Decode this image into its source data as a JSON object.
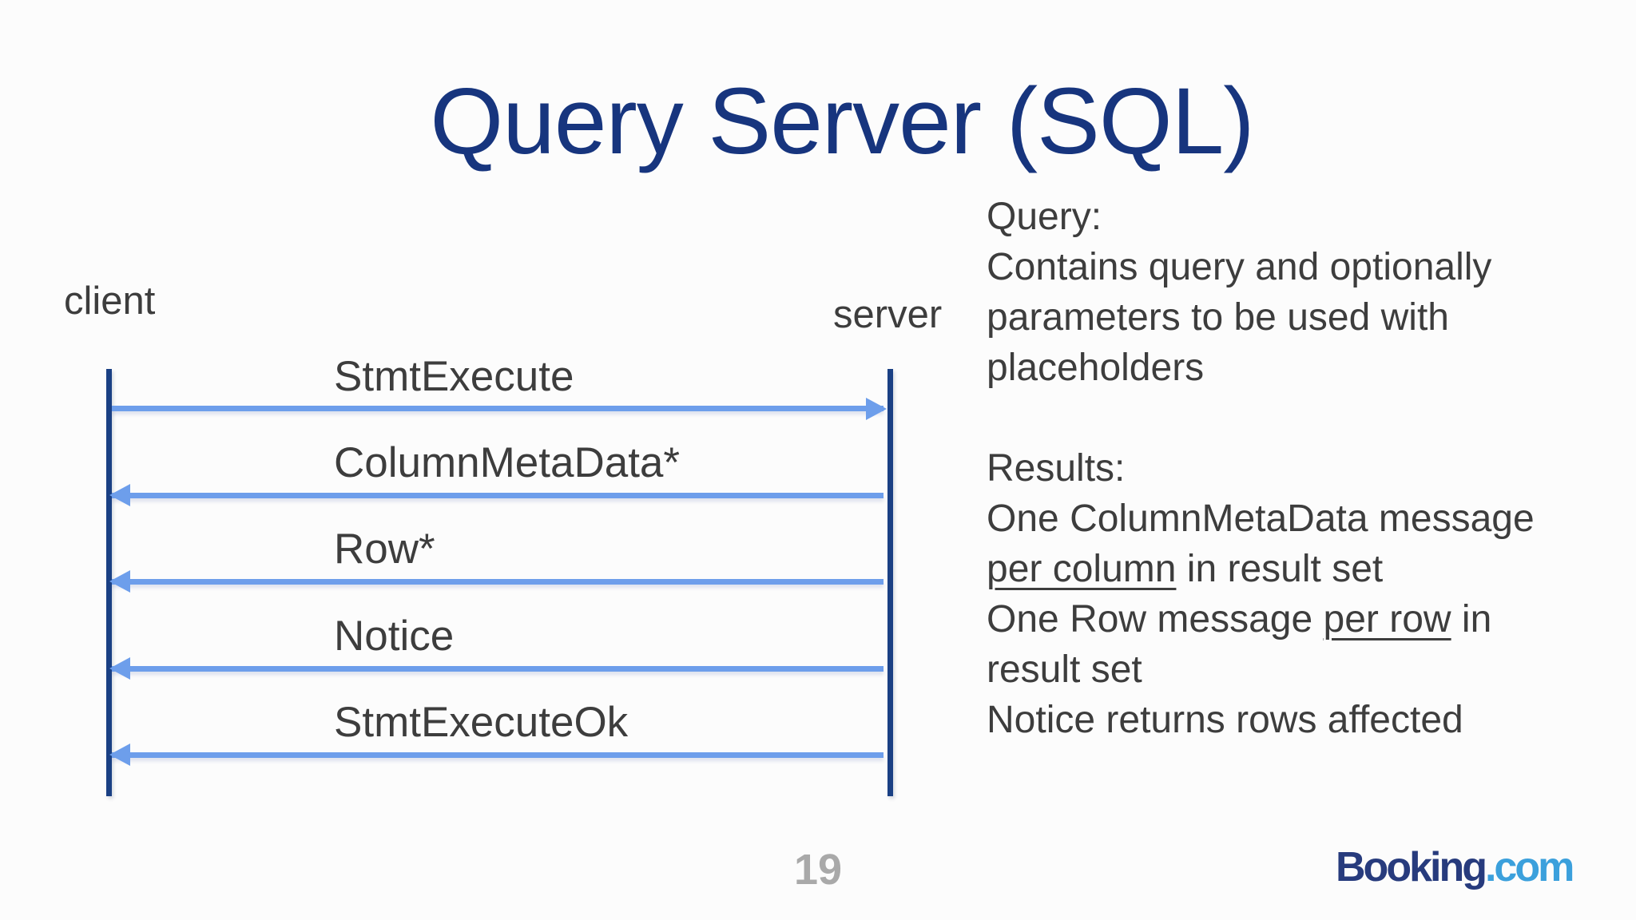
{
  "slide": {
    "title": "Query Server (SQL)"
  },
  "colors": {
    "background": "#fcfcfc",
    "title_text": "#17357e",
    "lifeline": "#1a4084",
    "arrow": "#6d9eeb",
    "body_text": "#3d3d3d",
    "page_number": "#a9a9a9",
    "logo_primary": "#273b7d",
    "logo_accent": "#3ba0dc"
  },
  "diagram": {
    "actors": [
      {
        "id": "client",
        "label": "client"
      },
      {
        "id": "server",
        "label": "server"
      }
    ],
    "messages": [
      {
        "label": "StmtExecute",
        "from": "client",
        "to": "server"
      },
      {
        "label": "ColumnMetaData*",
        "from": "server",
        "to": "client"
      },
      {
        "label": "Row*",
        "from": "server",
        "to": "client"
      },
      {
        "label": "Notice",
        "from": "server",
        "to": "client"
      },
      {
        "label": "StmtExecuteOk",
        "from": "server",
        "to": "client"
      }
    ]
  },
  "notes": {
    "query": {
      "heading": "Query:",
      "line1": "Contains query and optionally",
      "line2": "parameters to be used with",
      "line3": "placeholders"
    },
    "results": {
      "heading": "Results:",
      "line1": "One ColumnMetaData message",
      "line2_underlined": "per column",
      "line2_rest": " in result set",
      "line3_pre": "One Row message ",
      "line3_underlined": "per row",
      "line3_rest": " in",
      "line4": "result set",
      "line5": "Notice returns rows affected"
    }
  },
  "footer": {
    "page_number": "19",
    "logo_primary": "Booking",
    "logo_suffix": ".com"
  }
}
